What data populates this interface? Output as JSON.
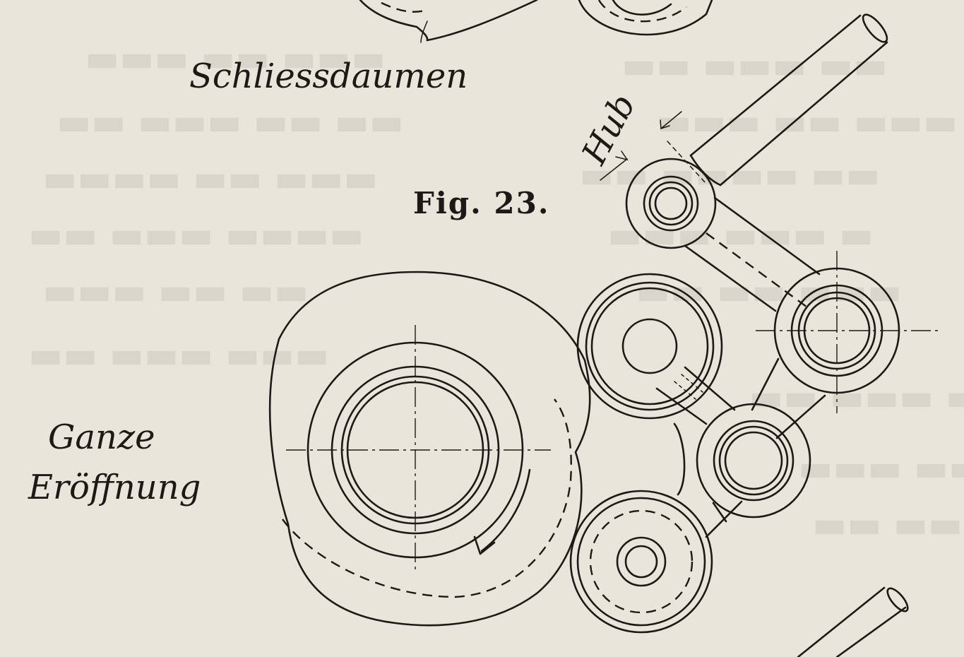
{
  "labels": {
    "top_label": "Schliessdaumen",
    "stroke_label": "Hub",
    "figure_caption": "Fig. 23.",
    "left_label_line1": "Ganze",
    "left_label_line2": "Eröffnung"
  },
  "colors": {
    "paper": "#e9e5da",
    "ink": "#1c1916"
  }
}
